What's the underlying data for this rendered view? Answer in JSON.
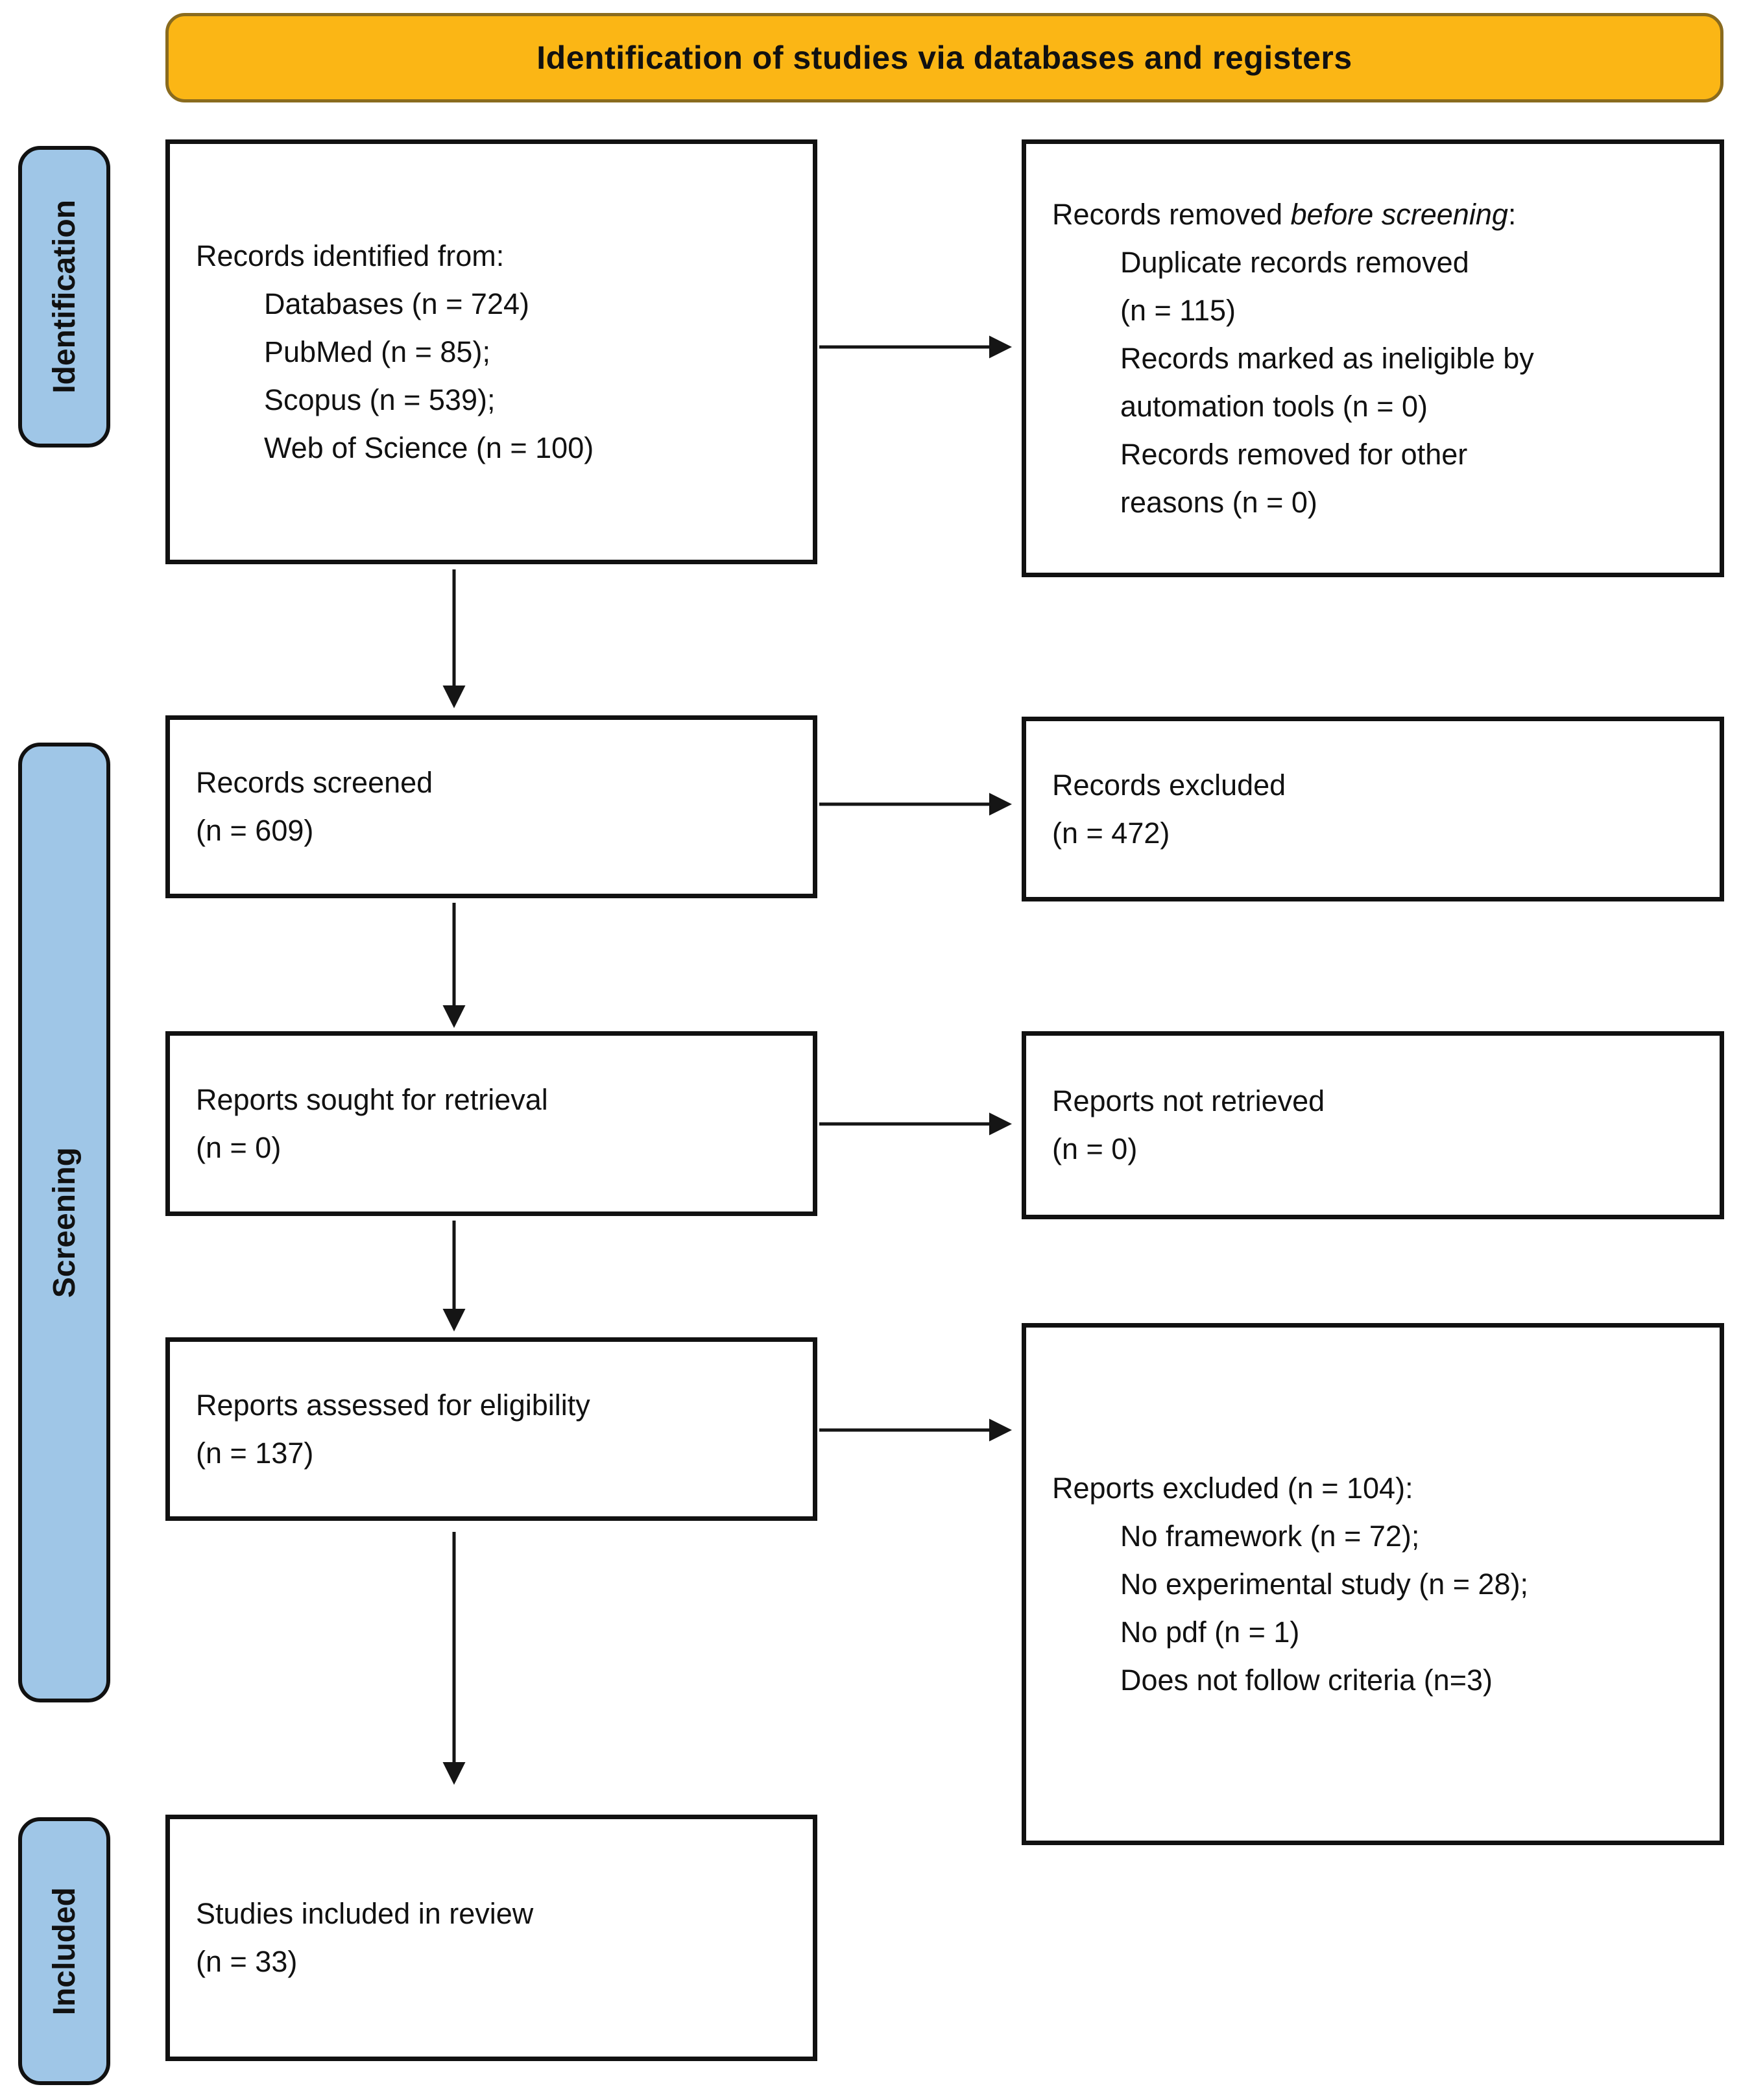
{
  "banner": {
    "label": "Identification of studies via databases and registers"
  },
  "sidebar": {
    "identification": "Identification",
    "screening": "Screening",
    "included": "Included"
  },
  "flow": {
    "identified": {
      "l1": "Records identified from:",
      "l2": "Databases (n = 724)",
      "l3": "PubMed (n = 85);",
      "l4": "Scopus (n = 539);",
      "l5": "Web of Science (n = 100)"
    },
    "removed": {
      "title_pre": "Records removed ",
      "title_italic": "before screening",
      "title_post": ":",
      "l2": "Duplicate records removed",
      "l3": "(n = 115)",
      "l4": "Records marked as ineligible by",
      "l5": "automation tools (n = 0)",
      "l6": "Records removed for other",
      "l7": "reasons (n = 0)"
    },
    "screened": {
      "l1": "Records screened",
      "l2": "(n = 609)"
    },
    "excluded": {
      "l1": "Records excluded",
      "l2": "(n = 472)"
    },
    "sought": {
      "l1": "Reports sought for retrieval",
      "l2": "(n = 0)"
    },
    "not_retrieved": {
      "l1": "Reports not retrieved",
      "l2": "(n = 0)"
    },
    "assessed": {
      "l1": "Reports assessed for eligibility",
      "l2": "(n = 137)"
    },
    "reports_excluded": {
      "l1": "Reports excluded (n = 104):",
      "l2": "No framework (n = 72);",
      "l3": "No experimental study (n = 28);",
      "l4": "No pdf (n = 1)",
      "l5": "Does not follow criteria (n=3)"
    },
    "included_studies": {
      "l1": "Studies included in review",
      "l2": "(n = 33)"
    }
  },
  "colors": {
    "banner_fill": "#FBB615",
    "banner_border": "#8A6B1E",
    "stage_fill": "#9FC6E7",
    "box_border": "#111111",
    "arrow": "#151515"
  }
}
